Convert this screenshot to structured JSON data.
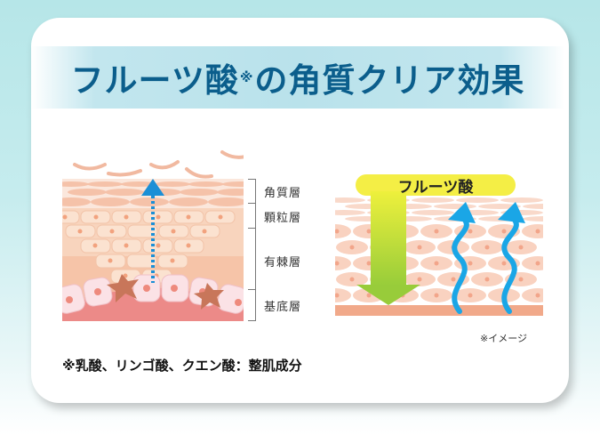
{
  "title": {
    "main_before": "フルーツ酸",
    "asterisk": "※",
    "main_after": "の角質クリア効果",
    "color": "#0b5e8c"
  },
  "left_diagram": {
    "description": "skin cross-section with upward turnover arrow",
    "layers": [
      {
        "label": "角質層"
      },
      {
        "label": "顆粒層"
      },
      {
        "label": "有棘層"
      },
      {
        "label": "基底層"
      }
    ],
    "arrow_color": "#1b8fd6"
  },
  "right_diagram": {
    "label": "フルーツ酸",
    "down_arrow_colors": [
      "#e8ef3c",
      "#9bcf3a"
    ],
    "up_arrows_color": "#1aa6e6"
  },
  "image_note": "※イメージ",
  "footnote": "※乳酸、リンゴ酸、クエン酸：整肌成分",
  "colors": {
    "background_top": "#b6e6e8",
    "card": "#ffffff",
    "banner": "#b9e2eb",
    "skin_light": "#f7cdb3",
    "skin_cell": "#fbe2d1",
    "nucleus": "#ef8d6a",
    "basal": "#ec8a88",
    "melanocyte": "#c8765a"
  }
}
